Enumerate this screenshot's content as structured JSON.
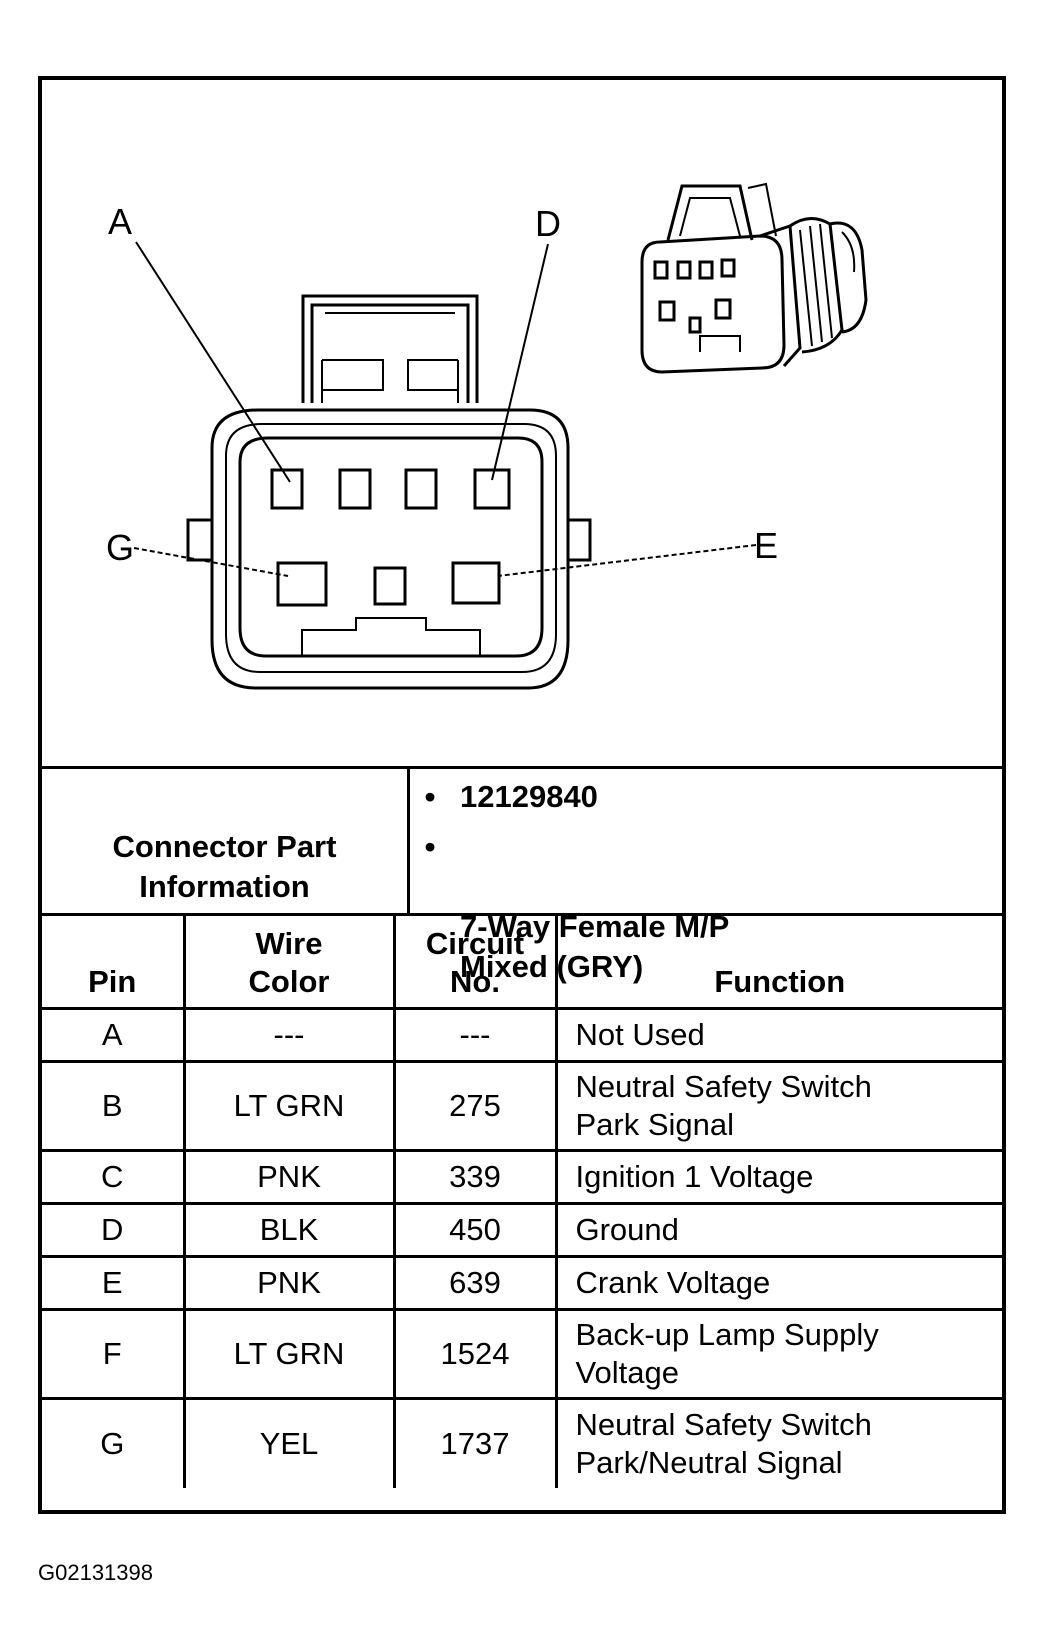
{
  "diagram": {
    "pin_labels": {
      "A": "A",
      "D": "D",
      "G": "G",
      "E": "E"
    }
  },
  "connector_info": {
    "label": "Connector Part\nInformation",
    "bullets": [
      "12129840",
      "7-Way Female M/P\nMixed (GRY)"
    ]
  },
  "table": {
    "headers": [
      "Pin",
      "Wire\nColor",
      "Circuit\nNo.",
      "Function"
    ],
    "rows": [
      {
        "pin": "A",
        "wire": "---",
        "circuit": "---",
        "function": "Not Used"
      },
      {
        "pin": "B",
        "wire": "LT GRN",
        "circuit": "275",
        "function": "Neutral Safety Switch\nPark Signal"
      },
      {
        "pin": "C",
        "wire": "PNK",
        "circuit": "339",
        "function": "Ignition 1 Voltage"
      },
      {
        "pin": "D",
        "wire": "BLK",
        "circuit": "450",
        "function": "Ground"
      },
      {
        "pin": "E",
        "wire": "PNK",
        "circuit": "639",
        "function": "Crank Voltage"
      },
      {
        "pin": "F",
        "wire": "LT GRN",
        "circuit": "1524",
        "function": "Back-up Lamp Supply\nVoltage"
      },
      {
        "pin": "G",
        "wire": "YEL",
        "circuit": "1737",
        "function": "Neutral Safety Switch\nPark/Neutral Signal"
      }
    ]
  },
  "figure_code": "G02131398"
}
